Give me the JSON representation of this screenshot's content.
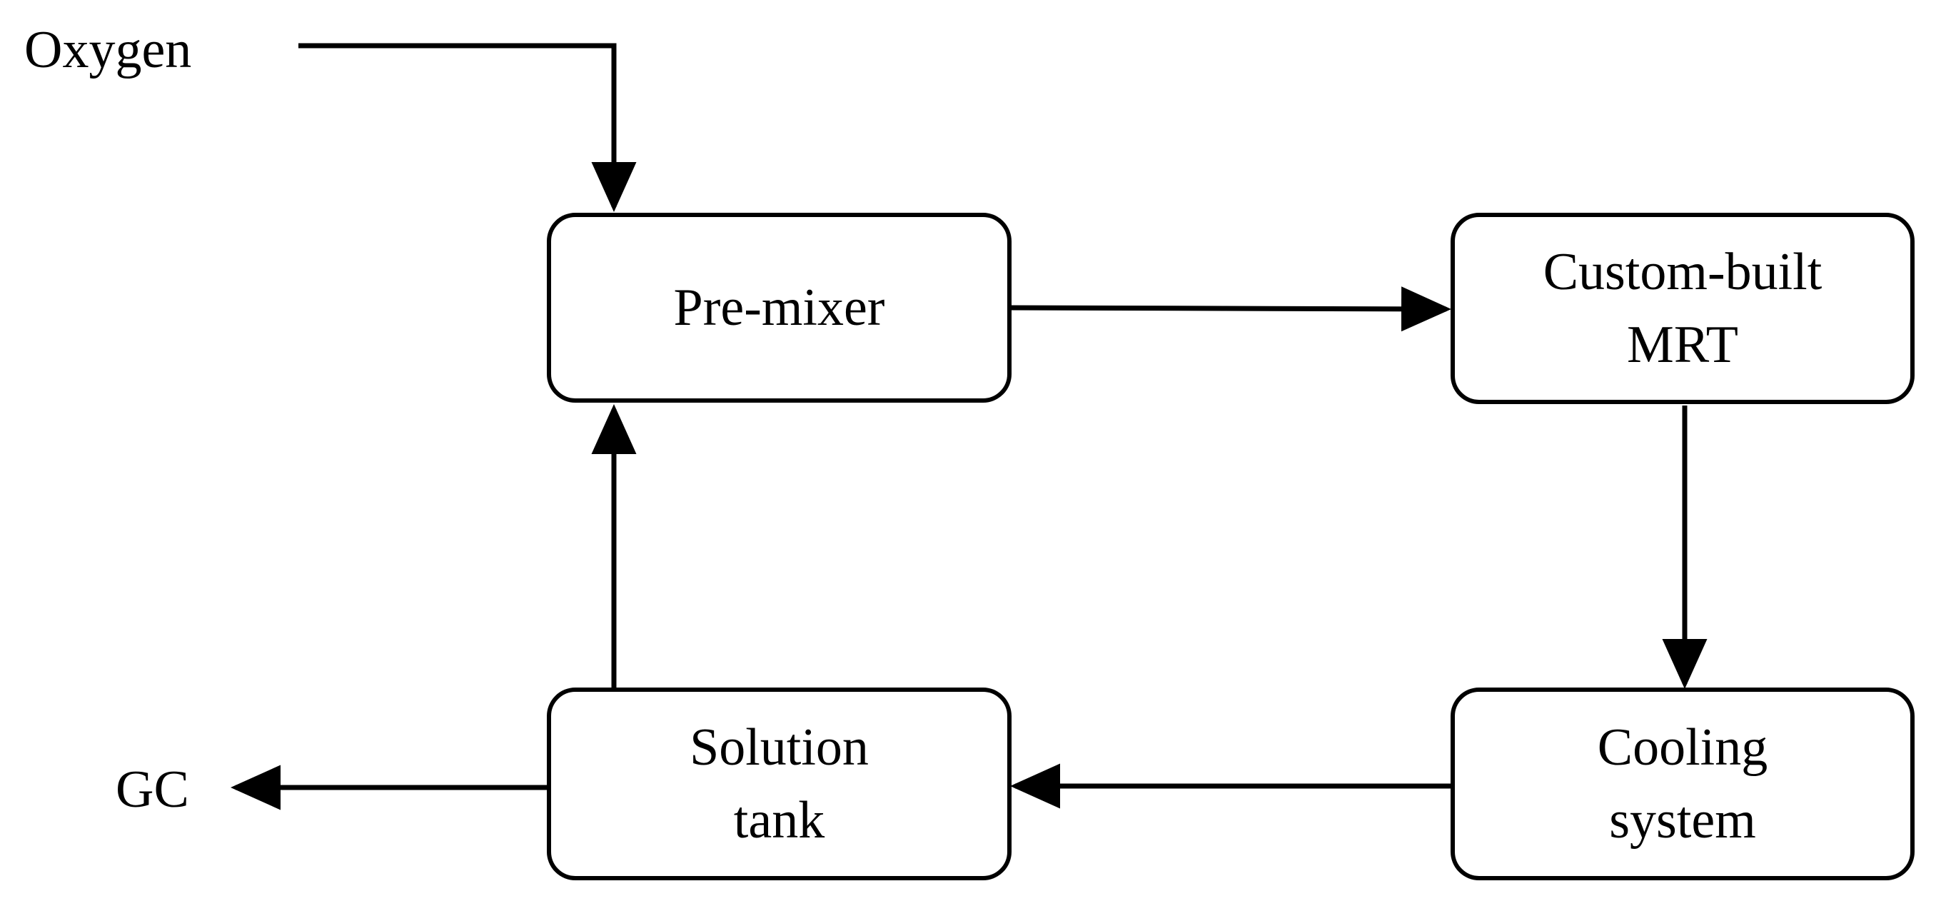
{
  "diagram": {
    "inputs": {
      "oxygen": "Oxygen"
    },
    "outputs": {
      "gc": "GC"
    },
    "nodes": {
      "premixer": {
        "line1": "Pre-mixer"
      },
      "mrt": {
        "line1": "Custom-built",
        "line2": "MRT"
      },
      "cooling": {
        "line1": "Cooling",
        "line2": "system"
      },
      "tank": {
        "line1": "Solution",
        "line2": "tank"
      }
    },
    "edges": [
      {
        "from": "oxygen",
        "to": "premixer"
      },
      {
        "from": "premixer",
        "to": "mrt"
      },
      {
        "from": "mrt",
        "to": "cooling"
      },
      {
        "from": "cooling",
        "to": "tank"
      },
      {
        "from": "tank",
        "to": "premixer"
      },
      {
        "from": "tank",
        "to": "gc"
      }
    ]
  }
}
